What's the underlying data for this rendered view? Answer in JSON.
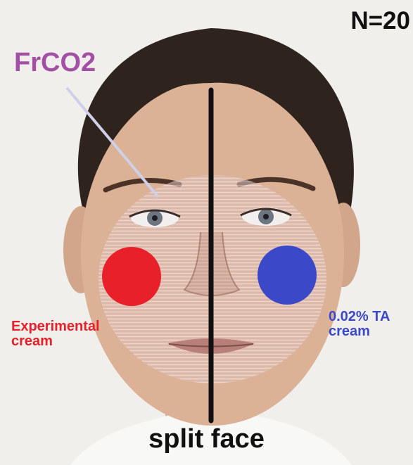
{
  "header": {
    "sample_size": "N=20"
  },
  "treatment": {
    "laser_label": "FrCO2",
    "laser_color": "#a34fa6"
  },
  "left_side": {
    "label_line1": "Experimental",
    "label_line2": "cream",
    "color": "#e8202a"
  },
  "right_side": {
    "label_line1": "0.02% TA",
    "label_line2": "cream",
    "color": "#3b49c9"
  },
  "footer": {
    "design_label": "split face"
  },
  "divider_color": "#111111"
}
